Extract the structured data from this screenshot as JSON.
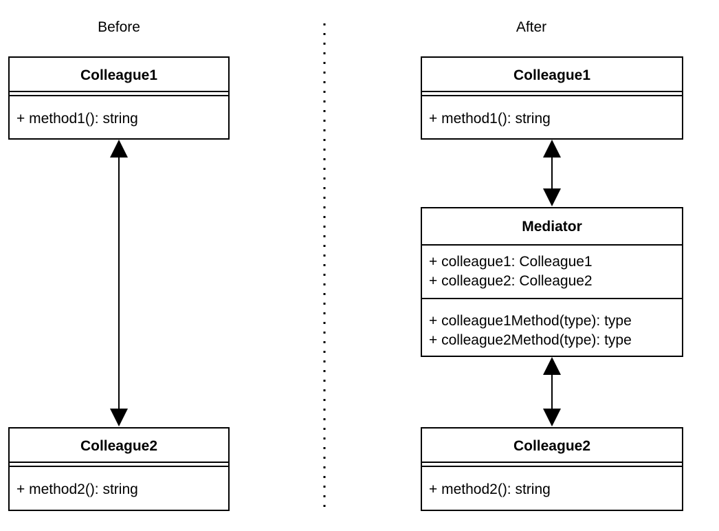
{
  "headings": {
    "before": "Before",
    "after": "After"
  },
  "before": {
    "colleague1": {
      "name": "Colleague1",
      "methods": [
        "+ method1(): string"
      ]
    },
    "colleague2": {
      "name": "Colleague2",
      "methods": [
        "+ method2(): string"
      ]
    }
  },
  "after": {
    "colleague1": {
      "name": "Colleague1",
      "methods": [
        "+ method1(): string"
      ]
    },
    "mediator": {
      "name": "Mediator",
      "attributes": [
        "+ colleague1: Colleague1",
        "+ colleague2: Colleague2"
      ],
      "methods": [
        "+ colleague1Method(type): type",
        "+ colleague2Method(type): type"
      ]
    },
    "colleague2": {
      "name": "Colleague2",
      "methods": [
        "+ method2(): string"
      ]
    }
  }
}
